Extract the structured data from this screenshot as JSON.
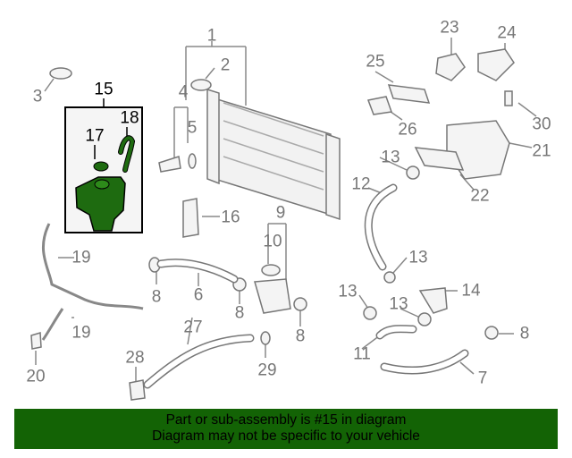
{
  "callouts": {
    "c1": "1",
    "c2": "2",
    "c3": "3",
    "c4": "4",
    "c5": "5",
    "c6": "6",
    "c7": "7",
    "c8a": "8",
    "c8b": "8",
    "c8c": "8",
    "c8d": "8",
    "c9": "9",
    "c10": "10",
    "c11": "11",
    "c12": "12",
    "c13a": "13",
    "c13b": "13",
    "c13c": "13",
    "c13d": "13",
    "c14": "14",
    "c15": "15",
    "c16": "16",
    "c17": "17",
    "c18": "18",
    "c19a": "19",
    "c19b": "19",
    "c20": "20",
    "c21": "21",
    "c22": "22",
    "c23": "23",
    "c24": "24",
    "c25": "25",
    "c26": "26",
    "c27": "27",
    "c28": "28",
    "c29": "29",
    "c30": "30"
  },
  "highlight_color": "#136305",
  "banner": {
    "line1": "Part or sub-assembly is #15 in diagram",
    "line2": "Diagram may not be specific to your vehicle"
  }
}
